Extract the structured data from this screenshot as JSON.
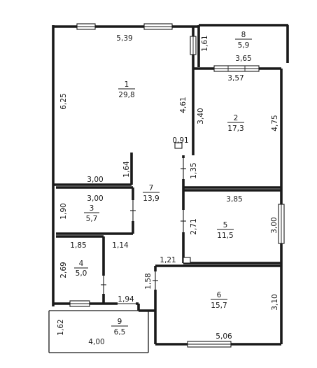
{
  "rooms": [
    {
      "number": "1",
      "area": "29,8"
    },
    {
      "number": "2",
      "area": "17,3"
    },
    {
      "number": "3",
      "area": "5,7"
    },
    {
      "number": "4",
      "area": "5,0"
    },
    {
      "number": "5",
      "area": "11,5"
    },
    {
      "number": "6",
      "area": "15,7"
    },
    {
      "number": "7",
      "area": "13,9"
    },
    {
      "number": "8",
      "area": "5,9"
    },
    {
      "number": "9",
      "area": "6,5"
    }
  ],
  "dimensions": {
    "r1_top": "5,39",
    "r1_left": "6,25",
    "r1_right": "4,61",
    "r1_bottom": "3,00",
    "r1_partition": "1,64",
    "gap_161": "1,61",
    "r8_bottom": "3,65",
    "r2_top": "3,57",
    "r2_left": "3,40",
    "r2_right": "4,75",
    "marker_091": "0,91",
    "corr_135": "1,35",
    "r3_top": "3,00",
    "r3_left": "1,90",
    "r5_top": "3,85",
    "r5_left": "2,71",
    "r5_right": "3,00",
    "r4_top": "1,85",
    "r4_left": "2,69",
    "corr_114": "1,14",
    "corr_121": "1,21",
    "corr_158": "1,58",
    "r4_bottom": "1,94",
    "r6_right": "3,10",
    "r6_bottom": "5,06",
    "r9_left": "1,62",
    "r9_bottom": "4,00"
  }
}
